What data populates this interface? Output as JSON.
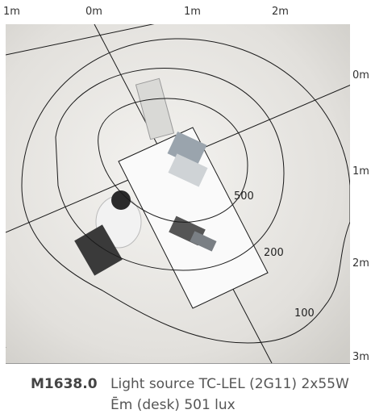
{
  "scale_top": [
    "1m",
    "0m",
    "1m",
    "2m"
  ],
  "scale_right": [
    "0m",
    "1m",
    "2m",
    "3m"
  ],
  "contours": [
    "500",
    "200",
    "100"
  ],
  "caption": {
    "code": "M1638.0",
    "line1": "Light source TC-LEL (2G11) 2x55W",
    "line2": "Ēm (desk) 501 lux"
  },
  "colors": {
    "floor": "#e8e6e2",
    "line": "#1a1a1a"
  }
}
